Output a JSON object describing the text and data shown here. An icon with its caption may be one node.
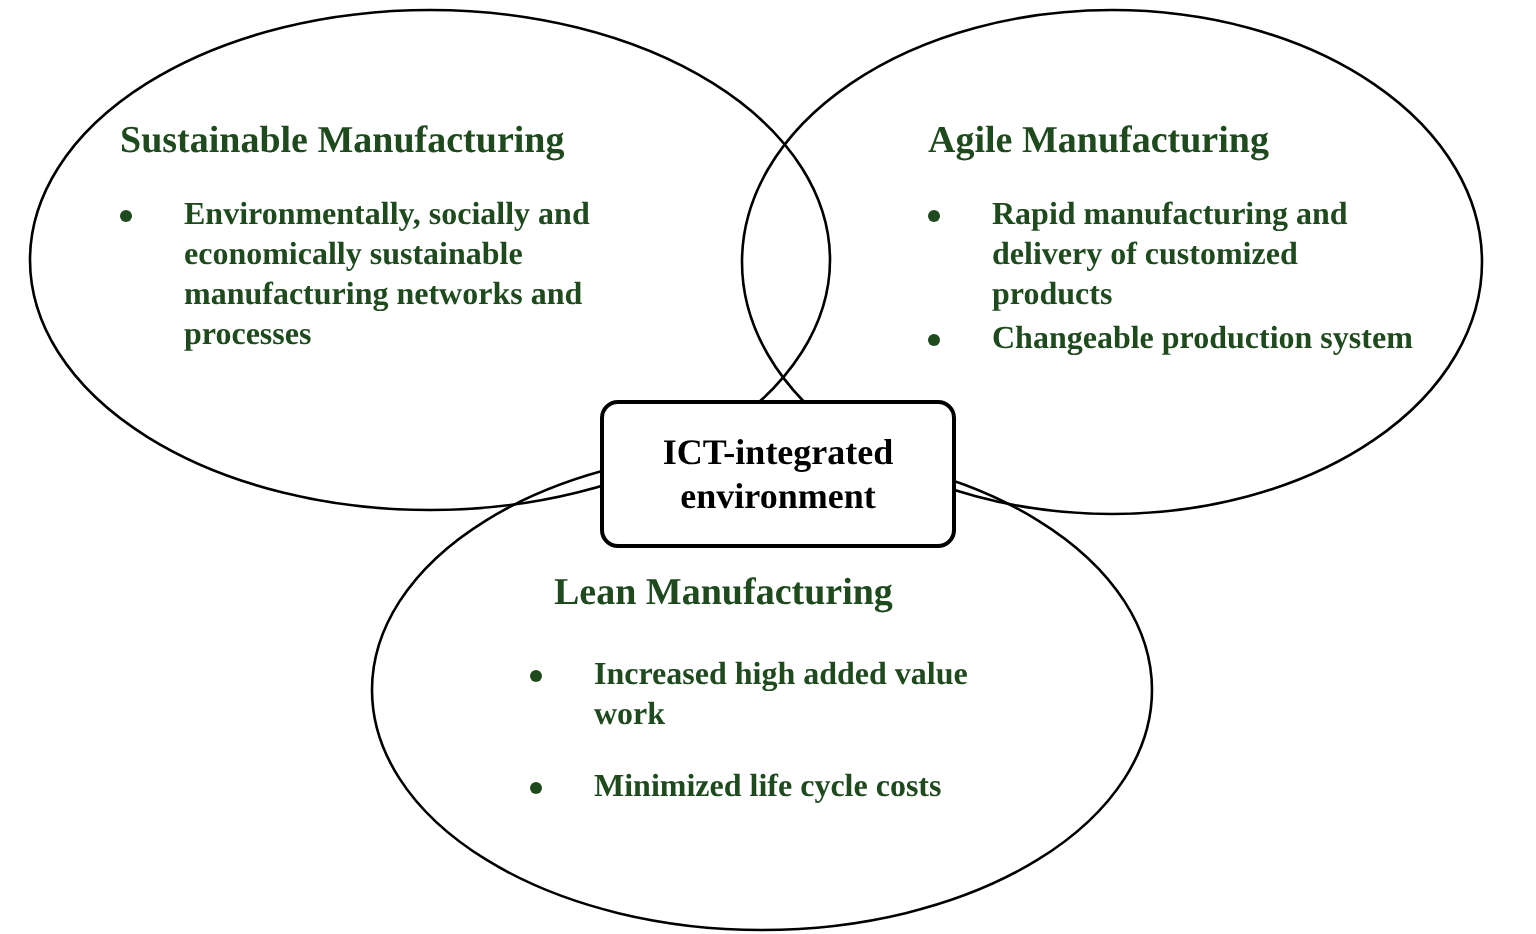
{
  "diagram": {
    "nodes": [
      {
        "text": [
          "Sustainable Manufacturing",
          "Environmentally, socially and economically sustainable manufacturing networks and processes"
        ]
      },
      {
        "text": [
          "Agile Manufacturing",
          "Rapid manufacturing and delivery of customized products",
          "Changeable production system"
        ]
      },
      {
        "text": [
          "Lean Manufacturing",
          "Increased high added value work",
          "Minimized life cycle costs"
        ]
      },
      {
        "text": [
          "ICT-integrated environment"
        ]
      }
    ],
    "edges": []
  }
}
